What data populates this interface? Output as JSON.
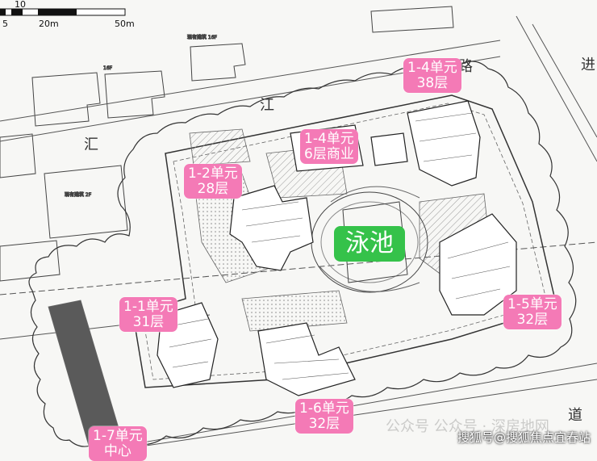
{
  "scale_bar": {
    "ticks": [
      "5",
      "10",
      "20m",
      "50m"
    ]
  },
  "roads": {
    "north_road_chars": [
      "汇",
      "江",
      "路"
    ],
    "east_chars": [
      "进"
    ],
    "south_chars": [
      "道"
    ]
  },
  "building_notes": [
    "现有建筑 16F",
    "16F",
    "现有建筑 2F"
  ],
  "pool": {
    "label": "泳池"
  },
  "unit_tags": [
    {
      "line1": "1-4单元",
      "line2": "38层"
    },
    {
      "line1": "1-4单元",
      "line2": "6层商业"
    },
    {
      "line1": "1-2单元",
      "line2": "28层"
    },
    {
      "line1": "1-1单元",
      "line2": "31层"
    },
    {
      "line1": "1-5单元",
      "line2": "32层"
    },
    {
      "line1": "1-6单元",
      "line2": "32层"
    },
    {
      "line1": "1-7单元",
      "line2": "中心"
    }
  ],
  "watermarks": {
    "faint": "公众号 公众号 · 深房地网",
    "bottom": "搜狐号@搜狐焦点宜春站"
  },
  "colors": {
    "tag": "#f47ab6",
    "pool": "#35c24a",
    "linework": "#333333",
    "hatch": "#9a9a9a"
  }
}
